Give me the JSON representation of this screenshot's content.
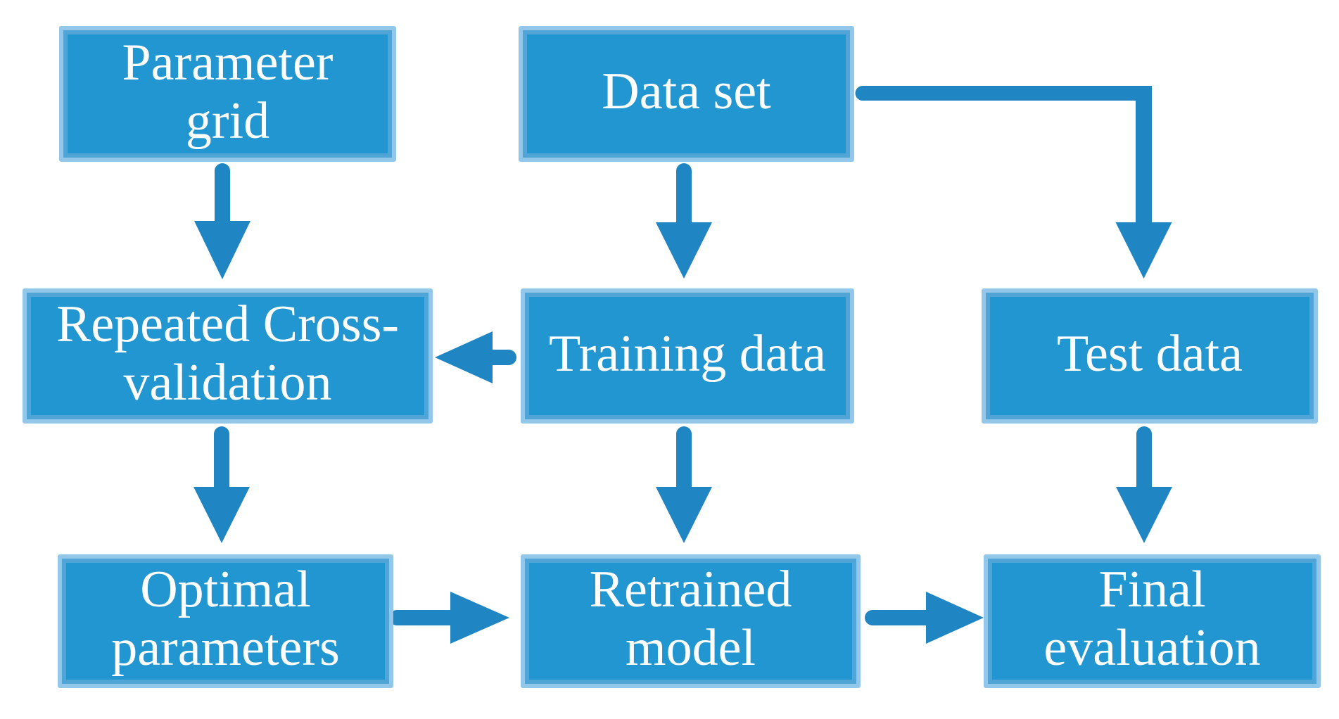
{
  "diagram": {
    "type": "flowchart",
    "description": "Machine-learning model selection and evaluation workflow"
  },
  "colors": {
    "background": "#ffffff",
    "box_fill": "#2196d0",
    "box_border": "#92c7e9",
    "box_border_inner": "#51a5d6",
    "arrow": "#1f86c3",
    "text": "#ffffff"
  },
  "nodes": [
    {
      "id": "parameter-grid",
      "label": "Parameter\ngrid"
    },
    {
      "id": "data-set",
      "label": "Data set"
    },
    {
      "id": "repeated-cross-validation",
      "label": "Repeated Cross-\nvalidation"
    },
    {
      "id": "training-data",
      "label": "Training data"
    },
    {
      "id": "test-data",
      "label": "Test data"
    },
    {
      "id": "optimal-parameters",
      "label": "Optimal\nparameters"
    },
    {
      "id": "retrained-model",
      "label": "Retrained\nmodel"
    },
    {
      "id": "final-evaluation",
      "label": "Final\nevaluation"
    }
  ],
  "edges": [
    {
      "from": "parameter-grid",
      "to": "repeated-cross-validation",
      "direction": "down"
    },
    {
      "from": "data-set",
      "to": "training-data",
      "direction": "down"
    },
    {
      "from": "data-set",
      "to": "test-data",
      "direction": "right-then-down"
    },
    {
      "from": "training-data",
      "to": "repeated-cross-validation",
      "direction": "left"
    },
    {
      "from": "repeated-cross-validation",
      "to": "optimal-parameters",
      "direction": "down"
    },
    {
      "from": "training-data",
      "to": "retrained-model",
      "direction": "down"
    },
    {
      "from": "test-data",
      "to": "final-evaluation",
      "direction": "down"
    },
    {
      "from": "optimal-parameters",
      "to": "retrained-model",
      "direction": "right"
    },
    {
      "from": "retrained-model",
      "to": "final-evaluation",
      "direction": "right"
    }
  ]
}
